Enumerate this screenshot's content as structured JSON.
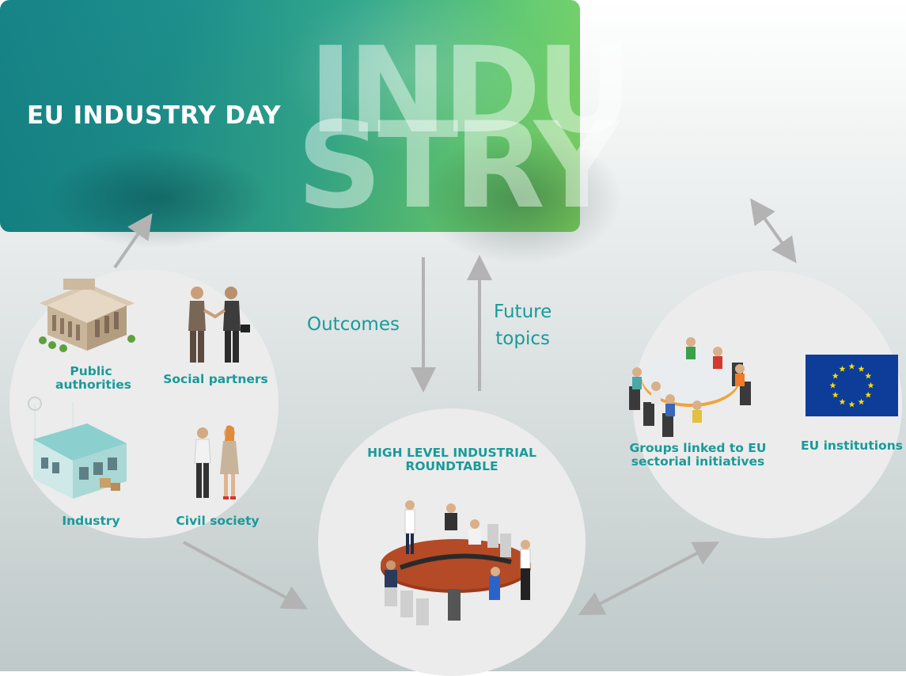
{
  "banner": {
    "title": "EU INDUSTRY DAY",
    "big_word_line1": "INDU",
    "big_word_line2": "STRY"
  },
  "flows": {
    "down_label": "Outcomes",
    "up_label_line1": "Future",
    "up_label_line2": "topics"
  },
  "left_group": {
    "public_line1": "Public",
    "public_line2": "authorities",
    "social": "Social partners",
    "industry": "Industry",
    "civil": "Civil society"
  },
  "center_group": {
    "line1": "HIGH LEVEL INDUSTRIAL",
    "line2": "ROUNDTABLE"
  },
  "right_group": {
    "groups_line1": "Groups linked to EU",
    "groups_line2": "sectorial initiatives",
    "eu": "EU institutions"
  },
  "colors": {
    "label": "#1a9a9a",
    "arrow": "#b3b3b3",
    "circle": "#ececec",
    "eu_flag_blue": "#0d3d99",
    "eu_flag_star": "#ffdd00"
  }
}
